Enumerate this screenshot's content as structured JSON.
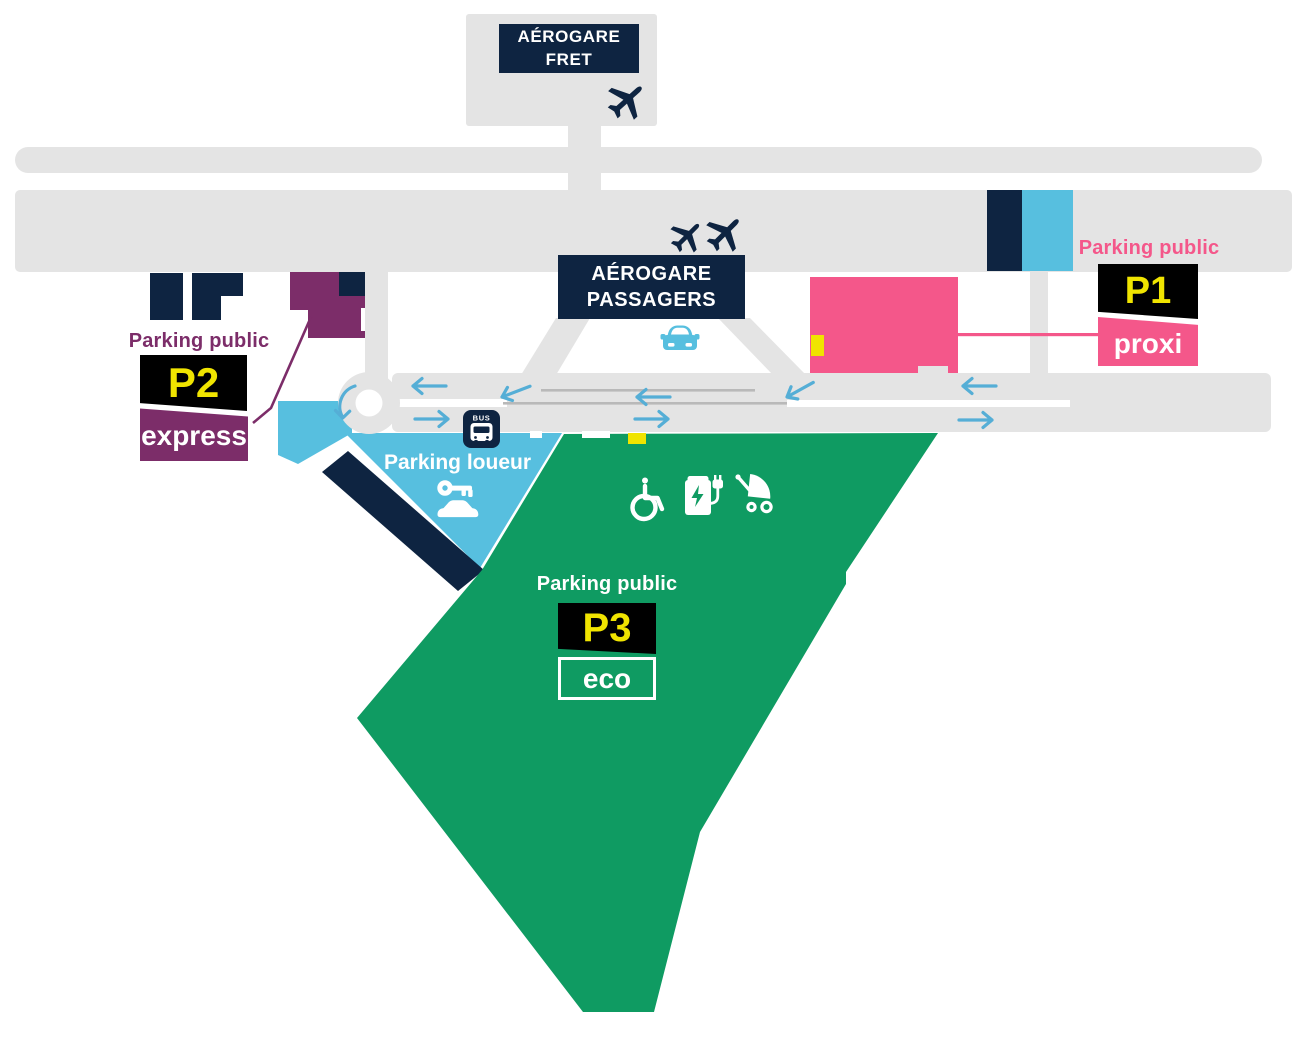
{
  "colors": {
    "navy": "#0e2441",
    "road": "#e4e4e4",
    "lane_line": "#b9b9b9",
    "pink": "#f4578a",
    "purple": "#7c2d69",
    "lightblue": "#57bfdf",
    "arrow": "#55aed6",
    "green": "#0f9b62",
    "yellow": "#f0e400",
    "badge_black": "#000000",
    "white": "#ffffff"
  },
  "terminals": {
    "fret": {
      "line1": "AÉROGARE",
      "line2": "FRET"
    },
    "passagers": {
      "line1": "AÉROGARE",
      "line2": "PASSAGERS"
    }
  },
  "parkings": {
    "p1": {
      "category": "Parking public",
      "code": "P1",
      "tier": "proxi"
    },
    "p2": {
      "category": "Parking public",
      "code": "P2",
      "tier": "express"
    },
    "p3": {
      "category": "Parking public",
      "code": "P3",
      "tier": "eco"
    },
    "loueur": {
      "label": "Parking loueur"
    }
  },
  "bus_stop": {
    "label": "BUS"
  },
  "icons": {
    "airplane": "airplane-silhouette",
    "taxi": "car-front",
    "bus": "bus-front",
    "rental_key_car": "key-and-car",
    "accessible": "wheelchair",
    "ev_charging": "charging-station-with-plug",
    "stroller": "stroller",
    "arrows": "directional-traffic-arrows",
    "roundabout": "roundabout-circle"
  }
}
